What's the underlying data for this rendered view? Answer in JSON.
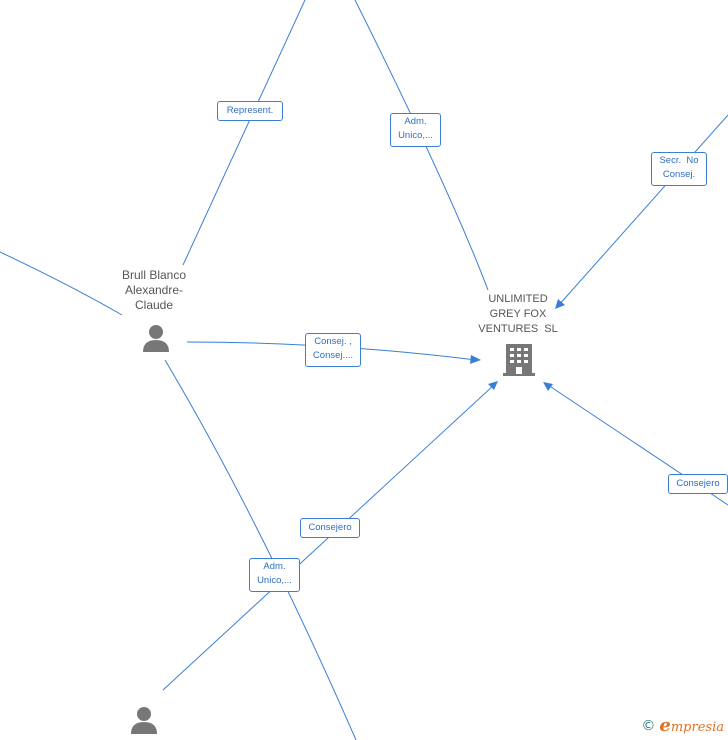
{
  "nodes": {
    "person_brull": {
      "label_lines": [
        "Brull Blanco",
        "Alexandre-",
        "Claude"
      ],
      "icon": "person-icon"
    },
    "company": {
      "label_lines": [
        "UNLIMITED",
        "GREY FOX",
        "VENTURES  SL"
      ],
      "icon": "building-icon"
    },
    "person_bottom": {
      "icon": "person-icon"
    }
  },
  "edges": {
    "represent": {
      "lines": [
        "Represent."
      ]
    },
    "adm_unico_top": {
      "lines": [
        "Adm.",
        "Unico,..."
      ]
    },
    "secr_no_consej": {
      "lines": [
        "Secr.  No",
        "Consej."
      ]
    },
    "consej_consej": {
      "lines": [
        "Consej. ,",
        "Consej...."
      ]
    },
    "consejero_right": {
      "lines": [
        "Consejero"
      ]
    },
    "consejero_bottom": {
      "lines": [
        "Consejero"
      ]
    },
    "adm_unico_bottom": {
      "lines": [
        "Adm.",
        "Unico,..."
      ]
    }
  },
  "brand": {
    "copyright": "©",
    "initial": "e",
    "name": "mpresia"
  },
  "colors": {
    "edge": "#3a7fd5",
    "icon": "#777777",
    "brand": "#e07020"
  }
}
